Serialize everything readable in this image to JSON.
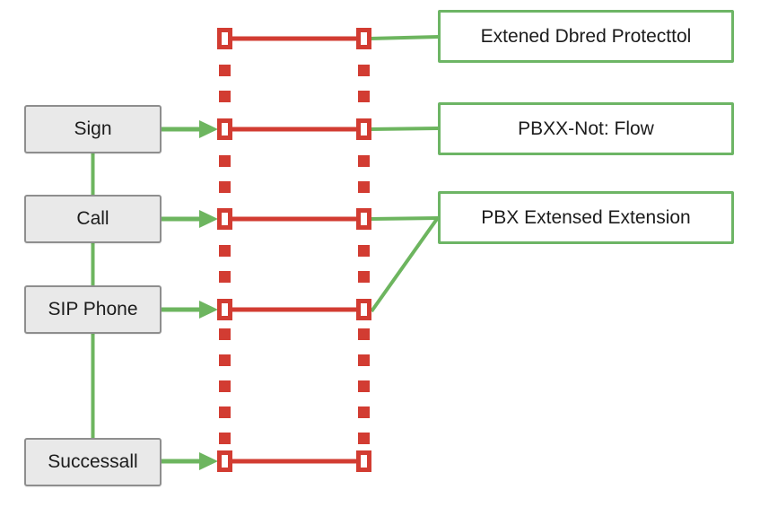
{
  "colors": {
    "green": "#6db55f",
    "red": "#d23c32",
    "left_box_fill": "#e9e9e9",
    "left_box_border": "#8e8e8e",
    "right_box_border": "#6db565",
    "text": "#1c1c1c",
    "background": "#ffffff"
  },
  "left_steps": [
    {
      "label": "Sign"
    },
    {
      "label": "Call"
    },
    {
      "label": "SIP Phone"
    },
    {
      "label": "Successall"
    }
  ],
  "right_labels": [
    {
      "label": "Extened Dbred Protecttol"
    },
    {
      "label": "PBXX-Not: Flow"
    },
    {
      "label": "PBX Extensed Extension"
    }
  ]
}
